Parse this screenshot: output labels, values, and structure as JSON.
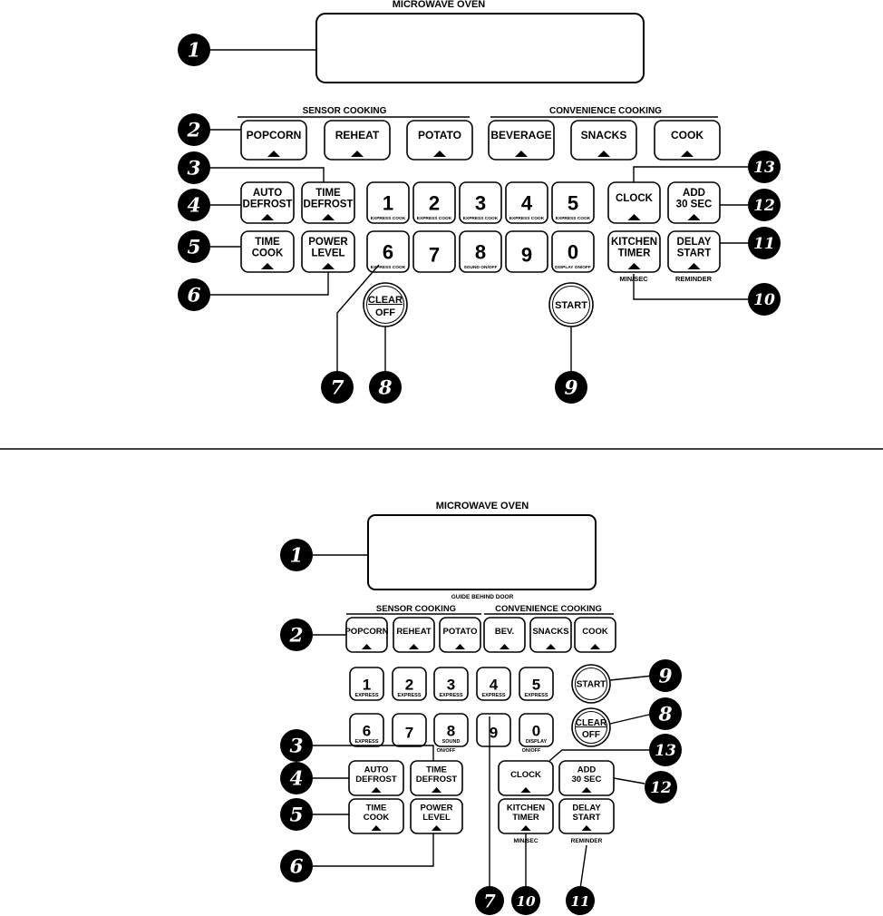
{
  "panels": [
    {
      "title": "MICROWAVE OVEN",
      "sections": {
        "sensor": "SENSOR COOKING",
        "convenience": "CONVENIENCE COOKING"
      },
      "top_row": [
        "POPCORN",
        "REHEAT",
        "POTATO",
        "BEVERAGE",
        "SNACKS",
        "COOK"
      ],
      "auto_defrost": [
        "AUTO",
        "DEFROST"
      ],
      "time_defrost": [
        "TIME",
        "DEFROST"
      ],
      "time_cook": [
        "TIME",
        "COOK"
      ],
      "power_level": [
        "POWER",
        "LEVEL"
      ],
      "clock": [
        "CLOCK"
      ],
      "add_30": [
        "ADD",
        "30 SEC"
      ],
      "kitchen_timer": [
        "KITCHEN",
        "TIMER"
      ],
      "kitchen_timer_sub": "MIN/SEC",
      "delay_start": [
        "DELAY",
        "START"
      ],
      "delay_start_sub": "REMINDER",
      "clear_off": [
        "CLEAR",
        "OFF"
      ],
      "start": "START",
      "numbers": [
        {
          "digit": "1",
          "sub": "EXPRESS COOK"
        },
        {
          "digit": "2",
          "sub": "EXPRESS COOK"
        },
        {
          "digit": "3",
          "sub": "EXPRESS COOK"
        },
        {
          "digit": "4",
          "sub": "EXPRESS COOK"
        },
        {
          "digit": "5",
          "sub": "EXPRESS COOK"
        },
        {
          "digit": "6",
          "sub": "EXPRESS COOK"
        },
        {
          "digit": "7",
          "sub": ""
        },
        {
          "digit": "8",
          "sub": "SOUND ON/OFF"
        },
        {
          "digit": "9",
          "sub": ""
        },
        {
          "digit": "0",
          "sub": "DISPLAY ON/OFF"
        }
      ]
    },
    {
      "title": "MICROWAVE OVEN",
      "guide": "GUIDE BEHIND DOOR",
      "sections": {
        "sensor": "SENSOR COOKING",
        "convenience": "CONVENIENCE COOKING"
      },
      "top_row": [
        "POPCORN",
        "REHEAT",
        "POTATO",
        "BEV.",
        "SNACKS",
        "COOK"
      ],
      "auto_defrost": [
        "AUTO",
        "DEFROST"
      ],
      "time_defrost": [
        "TIME",
        "DEFROST"
      ],
      "time_cook": [
        "TIME",
        "COOK"
      ],
      "power_level": [
        "POWER",
        "LEVEL"
      ],
      "clock": [
        "CLOCK"
      ],
      "add_30": [
        "ADD",
        "30 SEC"
      ],
      "kitchen_timer": [
        "KITCHEN",
        "TIMER"
      ],
      "kitchen_timer_sub": "MIN/SEC",
      "delay_start": [
        "DELAY",
        "START"
      ],
      "delay_start_sub": "REMINDER",
      "clear_off": [
        "CLEAR",
        "OFF"
      ],
      "start": "START",
      "numbers": [
        {
          "digit": "1",
          "sub": "EXPRESS"
        },
        {
          "digit": "2",
          "sub": "EXPRESS"
        },
        {
          "digit": "3",
          "sub": "EXPRESS"
        },
        {
          "digit": "4",
          "sub": "EXPRESS"
        },
        {
          "digit": "5",
          "sub": "EXPRESS"
        },
        {
          "digit": "6",
          "sub": "EXPRESS"
        },
        {
          "digit": "7",
          "sub": ""
        },
        {
          "digit": "8",
          "sub": "SOUND"
        },
        {
          "digit": "9",
          "sub": ""
        },
        {
          "digit": "0",
          "sub": "DISPLAY"
        }
      ],
      "number_below": {
        "8": "ON/OFF",
        "0": "ON/OFF"
      }
    }
  ],
  "callouts": {
    "panel1": [
      "1",
      "2",
      "3",
      "4",
      "5",
      "6",
      "7",
      "8",
      "9",
      "10",
      "11",
      "12",
      "13"
    ],
    "panel2": [
      "1",
      "2",
      "3",
      "4",
      "5",
      "6",
      "7",
      "8",
      "9",
      "10",
      "11",
      "12",
      "13"
    ]
  }
}
